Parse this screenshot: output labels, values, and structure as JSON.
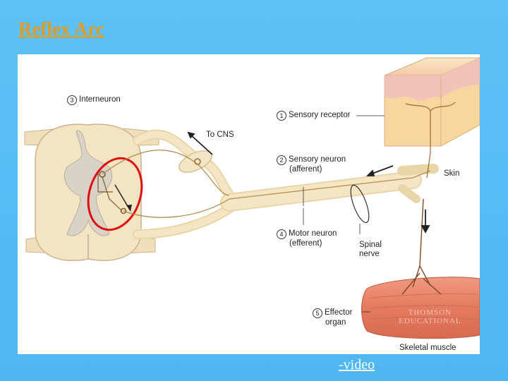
{
  "slide": {
    "title": "Reflex Arc",
    "video_link": "-video"
  },
  "diagram": {
    "labels": {
      "interneuron": {
        "num": "3",
        "text": "Interneuron"
      },
      "to_cns": "To CNS",
      "sensory_receptor": {
        "num": "1",
        "text": "Sensory receptor"
      },
      "sensory_neuron": {
        "num": "2",
        "text": "Sensory neuron",
        "sub": "(afferent)"
      },
      "skin": "Skin",
      "motor_neuron": {
        "num": "4",
        "text": "Motor neuron",
        "sub": "(efferent)"
      },
      "spinal_nerve": {
        "line1": "Spinal",
        "line2": "nerve"
      },
      "effector": {
        "num": "5",
        "text": "Effector",
        "sub": "organ"
      },
      "skeletal_muscle": "Skeletal muscle"
    },
    "watermark": {
      "line1": "THOMSON",
      "line2": "EDUCATIONAL"
    },
    "colors": {
      "highlight_circle": "#e01010",
      "nerve": "#f1dfb8",
      "muscle": "#e8836a",
      "skin": "#f7d6a0"
    }
  }
}
